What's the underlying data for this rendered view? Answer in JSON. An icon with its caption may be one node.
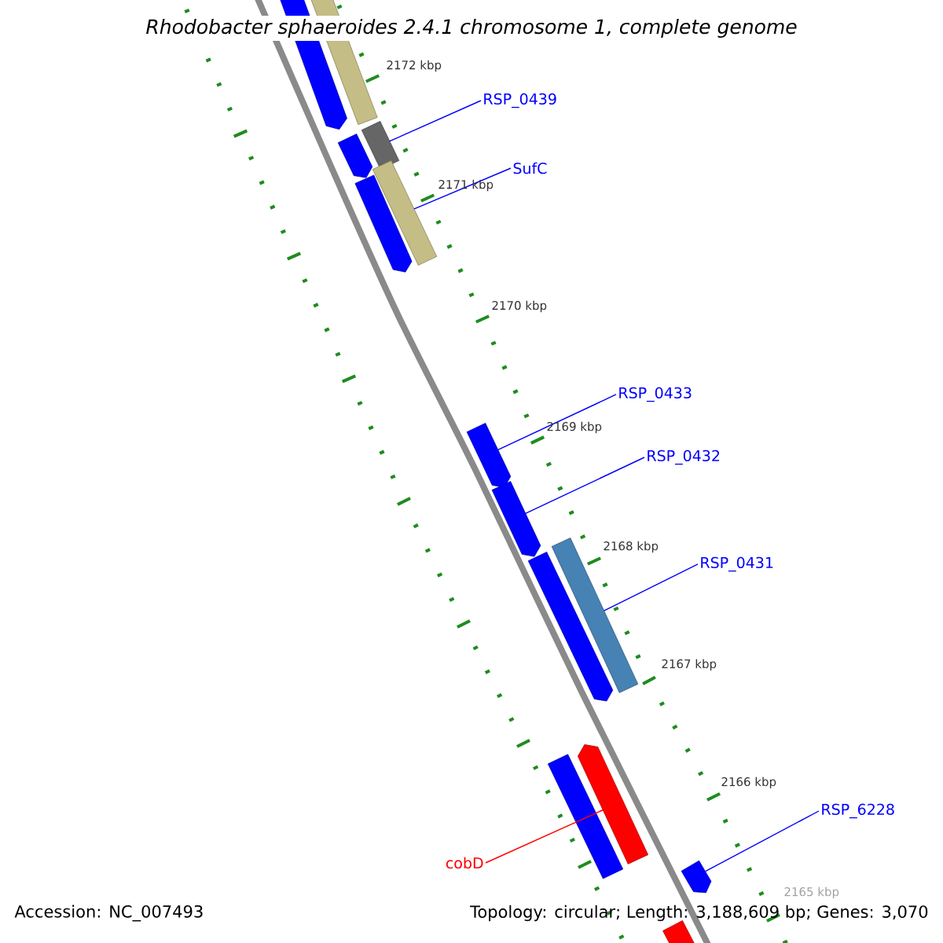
{
  "diagram": {
    "title": "*Rhodobacter sphaeroides* 2.4.1 chromosome 1, complete genome",
    "nodes": [
      {
        "text": [],
        "shape": "arrow"
      },
      {
        "text": [],
        "shape": "bar"
      },
      {
        "text": [
          "RSP_0439"
        ]
      },
      {
        "text": [],
        "shape": "bar"
      },
      {
        "text": [],
        "shape": "arrow"
      },
      {
        "text": [
          "SufC"
        ]
      },
      {
        "text": [],
        "shape": "bar"
      },
      {
        "text": [],
        "shape": "arrow"
      },
      {
        "text": [
          "RSP_0433"
        ]
      },
      {
        "text": [],
        "shape": "arrow"
      },
      {
        "text": [
          "RSP_0432"
        ]
      },
      {
        "text": [],
        "shape": "arrow"
      },
      {
        "text": [
          "RSP_0431"
        ]
      },
      {
        "text": [],
        "shape": "bar"
      },
      {
        "text": [],
        "shape": "arrow"
      },
      {
        "text": [
          "RSP_6228"
        ]
      },
      {
        "text": [],
        "shape": "arrow"
      },
      {
        "text": [
          "cobD"
        ]
      },
      {
        "text": [],
        "shape": "arrow"
      },
      {
        "text": [],
        "shape": "bar"
      },
      {
        "text": [],
        "shape": "bar"
      }
    ],
    "edges": [
      {
        "from": 2,
        "to": 3,
        "arrow": "none"
      },
      {
        "from": 5,
        "to": 6,
        "arrow": "none"
      },
      {
        "from": 8,
        "to": 9,
        "arrow": "none"
      },
      {
        "from": 10,
        "to": 11,
        "arrow": "none"
      },
      {
        "from": 12,
        "to": 13,
        "arrow": "none"
      },
      {
        "from": 15,
        "to": 16,
        "arrow": "none"
      },
      {
        "from": 17,
        "to": 18,
        "arrow": "none",
        "color": "#ff0000"
      }
    ],
    "labels": [
      "2172 kbp",
      "2171 kbp",
      "2170 kbp",
      "2169 kbp",
      "2168 kbp",
      "2167 kbp",
      "2166 kbp",
      "2165 kbp",
      "Accession: NC_007493",
      "Topology: circular; Length: 3,188,609 bp; Genes: 3,070"
    ]
  }
}
